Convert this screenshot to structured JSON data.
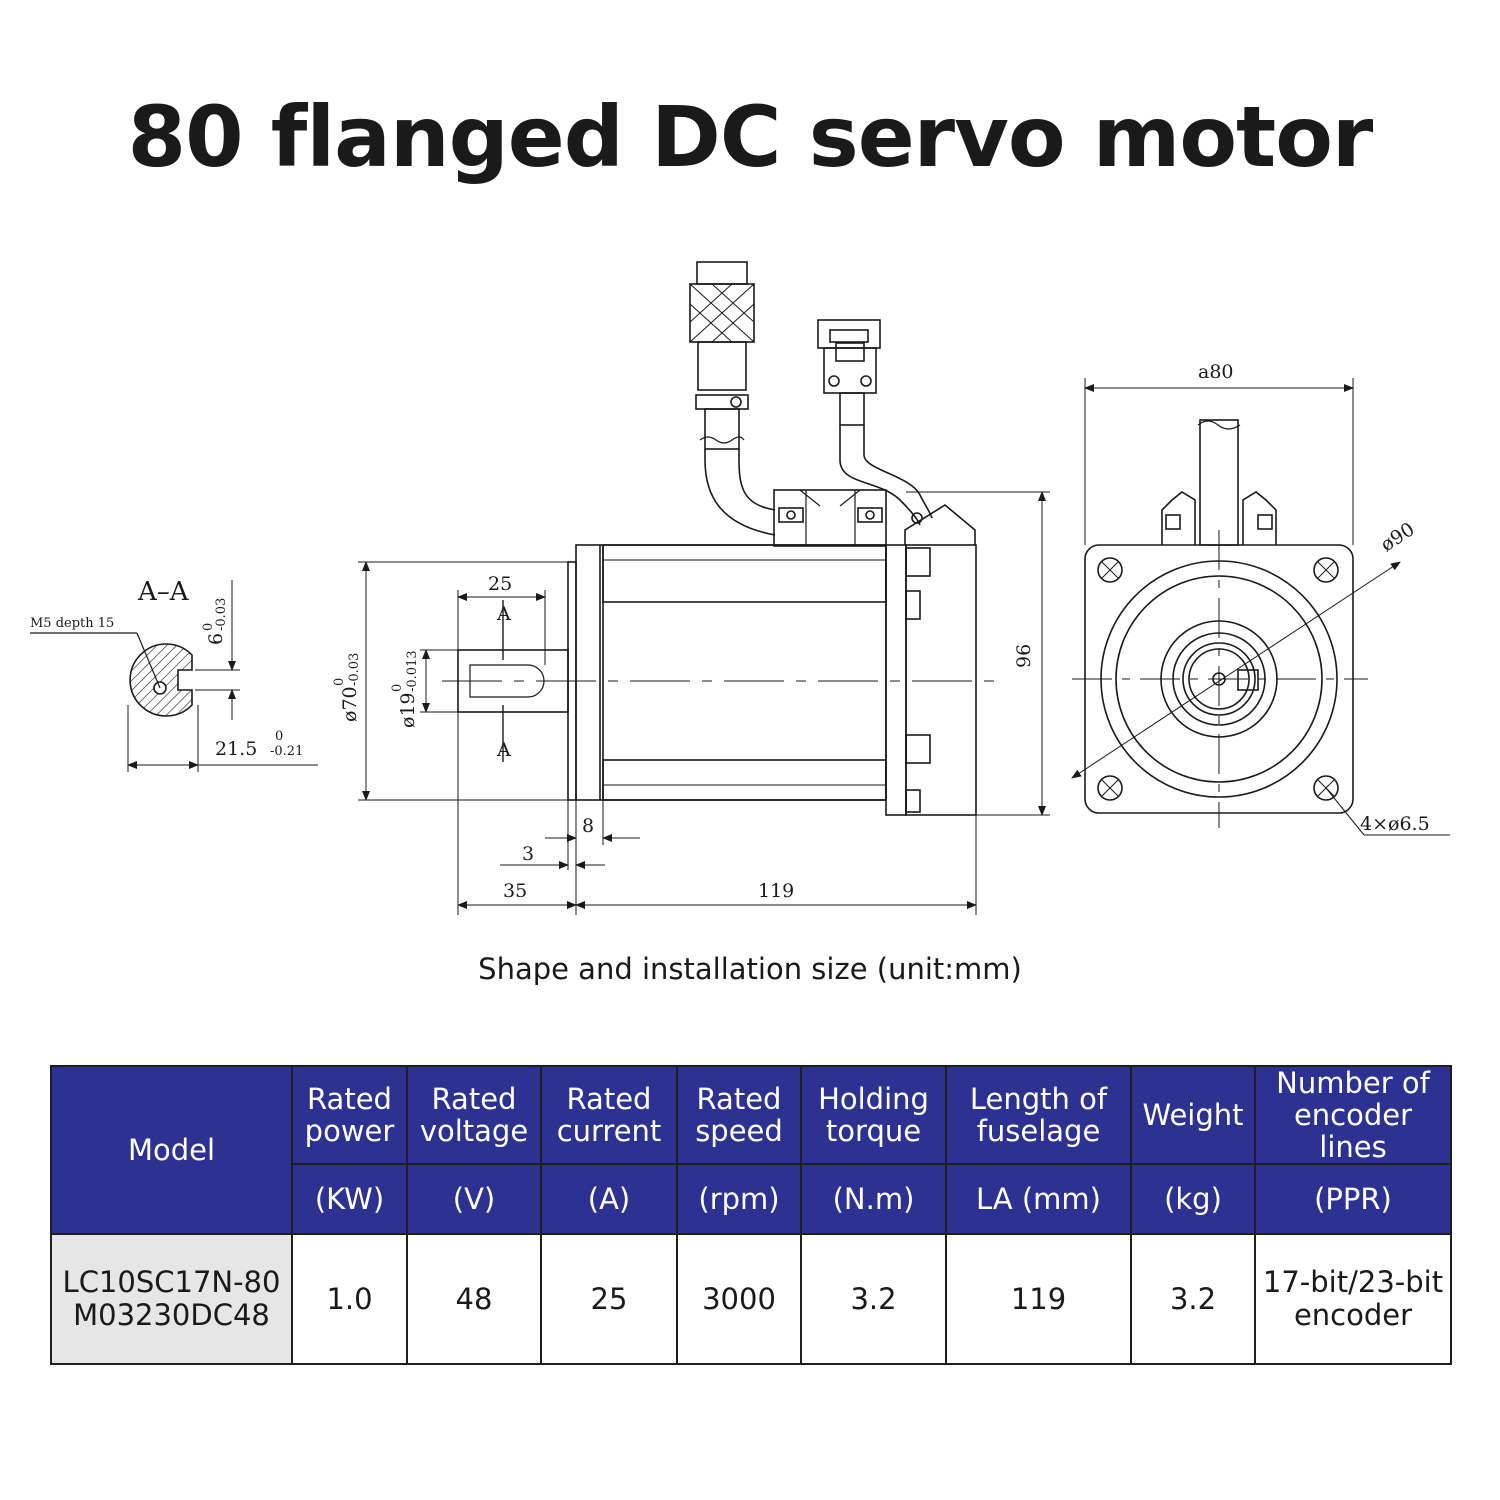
{
  "title": "80 flanged DC servo motor",
  "caption": "Shape and installation size (unit:mm)",
  "drawing": {
    "section_label": "A–A",
    "section_mark_top": "A",
    "section_mark_bottom": "A",
    "tap_note": "M5 depth 15",
    "key_width": "6",
    "key_width_upper": "0",
    "key_width_lower": "-0.03",
    "key_height": "21.5",
    "key_height_upper": "0",
    "key_height_lower": "-0.21",
    "shaft_length": "25",
    "shaft_dia": "ø19",
    "shaft_dia_upper": "0",
    "shaft_dia_lower": "-0.013",
    "spigot_dia": "ø70",
    "spigot_dia_upper": "0",
    "spigot_dia_lower": "-0.03",
    "flange_thickness": "8",
    "spigot_depth": "3",
    "shaft_extension": "35",
    "body_length": "119",
    "height": "96",
    "flange_square": "a80",
    "bolt_circle": "ø90",
    "holes": "4×ø6.5"
  },
  "table": {
    "headers": [
      {
        "label": "Model",
        "unit": ""
      },
      {
        "label": "Rated power",
        "unit": "(KW)"
      },
      {
        "label": "Rated voltage",
        "unit": "(V)"
      },
      {
        "label": "Rated current",
        "unit": "(A)"
      },
      {
        "label": "Rated speed",
        "unit": "(rpm)"
      },
      {
        "label": "Holding torque",
        "unit": "(N.m)"
      },
      {
        "label": "Length of fuselage",
        "unit": "LA (mm)"
      },
      {
        "label": "Weight",
        "unit": "(kg)"
      },
      {
        "label": "Number of encoder lines",
        "unit": "(PPR)"
      }
    ],
    "row": {
      "model": "LC10SC17N-80M03230DC48",
      "power": "1.0",
      "voltage": "48",
      "current": "25",
      "speed": "3000",
      "torque": "3.2",
      "length": "119",
      "weight": "3.2",
      "encoder": "17-bit/23-bit encoder"
    }
  }
}
